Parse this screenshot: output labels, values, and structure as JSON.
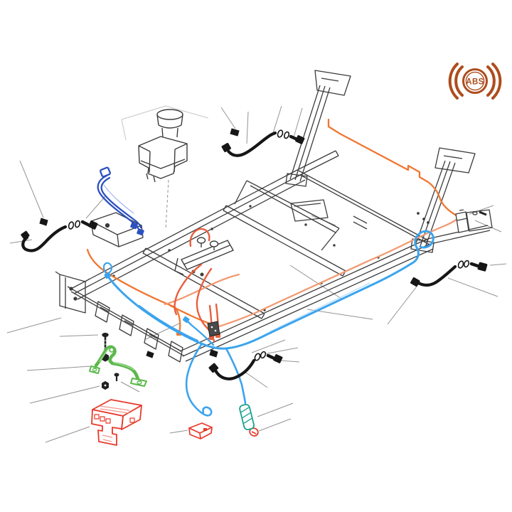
{
  "badge": {
    "label": "ABS"
  },
  "palette": {
    "background": "#ffffff",
    "frame": "#3c3c3c",
    "frame_faint": "#c9c9c9",
    "leader": "#949494",
    "hose_black": "#161616",
    "pipe_blue": "#2b50c0",
    "pipe_blue_light": "#8aa4ec",
    "pipe_cyan": "#3ba4ee",
    "pipe_cyan_light": "#a8d8f8",
    "pipe_orange": "#ef7733",
    "pipe_salmon": "#f29a72",
    "pipe_red": "#e85f3e",
    "green_bracket": "#5bb84b",
    "green_bracket_light": "#a5dc97",
    "red_part": "#e8392a",
    "red_part_light": "#f2978b",
    "teal_part": "#18a08e",
    "badge_orange": "#ad4d1d",
    "hardware_dark": "#222222"
  },
  "parts": [
    "chassis-frame",
    "brake-fluid-reservoir",
    "master-cylinder",
    "front-brake-pipe-blue",
    "abs-sensor-harness-cyan",
    "rear-brake-pipe-orange",
    "frame-brake-pipe-salmon",
    "master-cylinder-pipes-red",
    "flex-hose-front-left",
    "flex-hose-upper-middle",
    "flex-hose-rear-right",
    "flex-hose-lower-middle",
    "junction-block",
    "rear-valve",
    "abs-hydraulic-unit",
    "mounting-bracket-green",
    "bracket-bolt",
    "hex-nut",
    "screw",
    "connector-red",
    "connector-teal",
    "retaining-clip-red",
    "abs-warning-badge",
    "leader-lines"
  ]
}
